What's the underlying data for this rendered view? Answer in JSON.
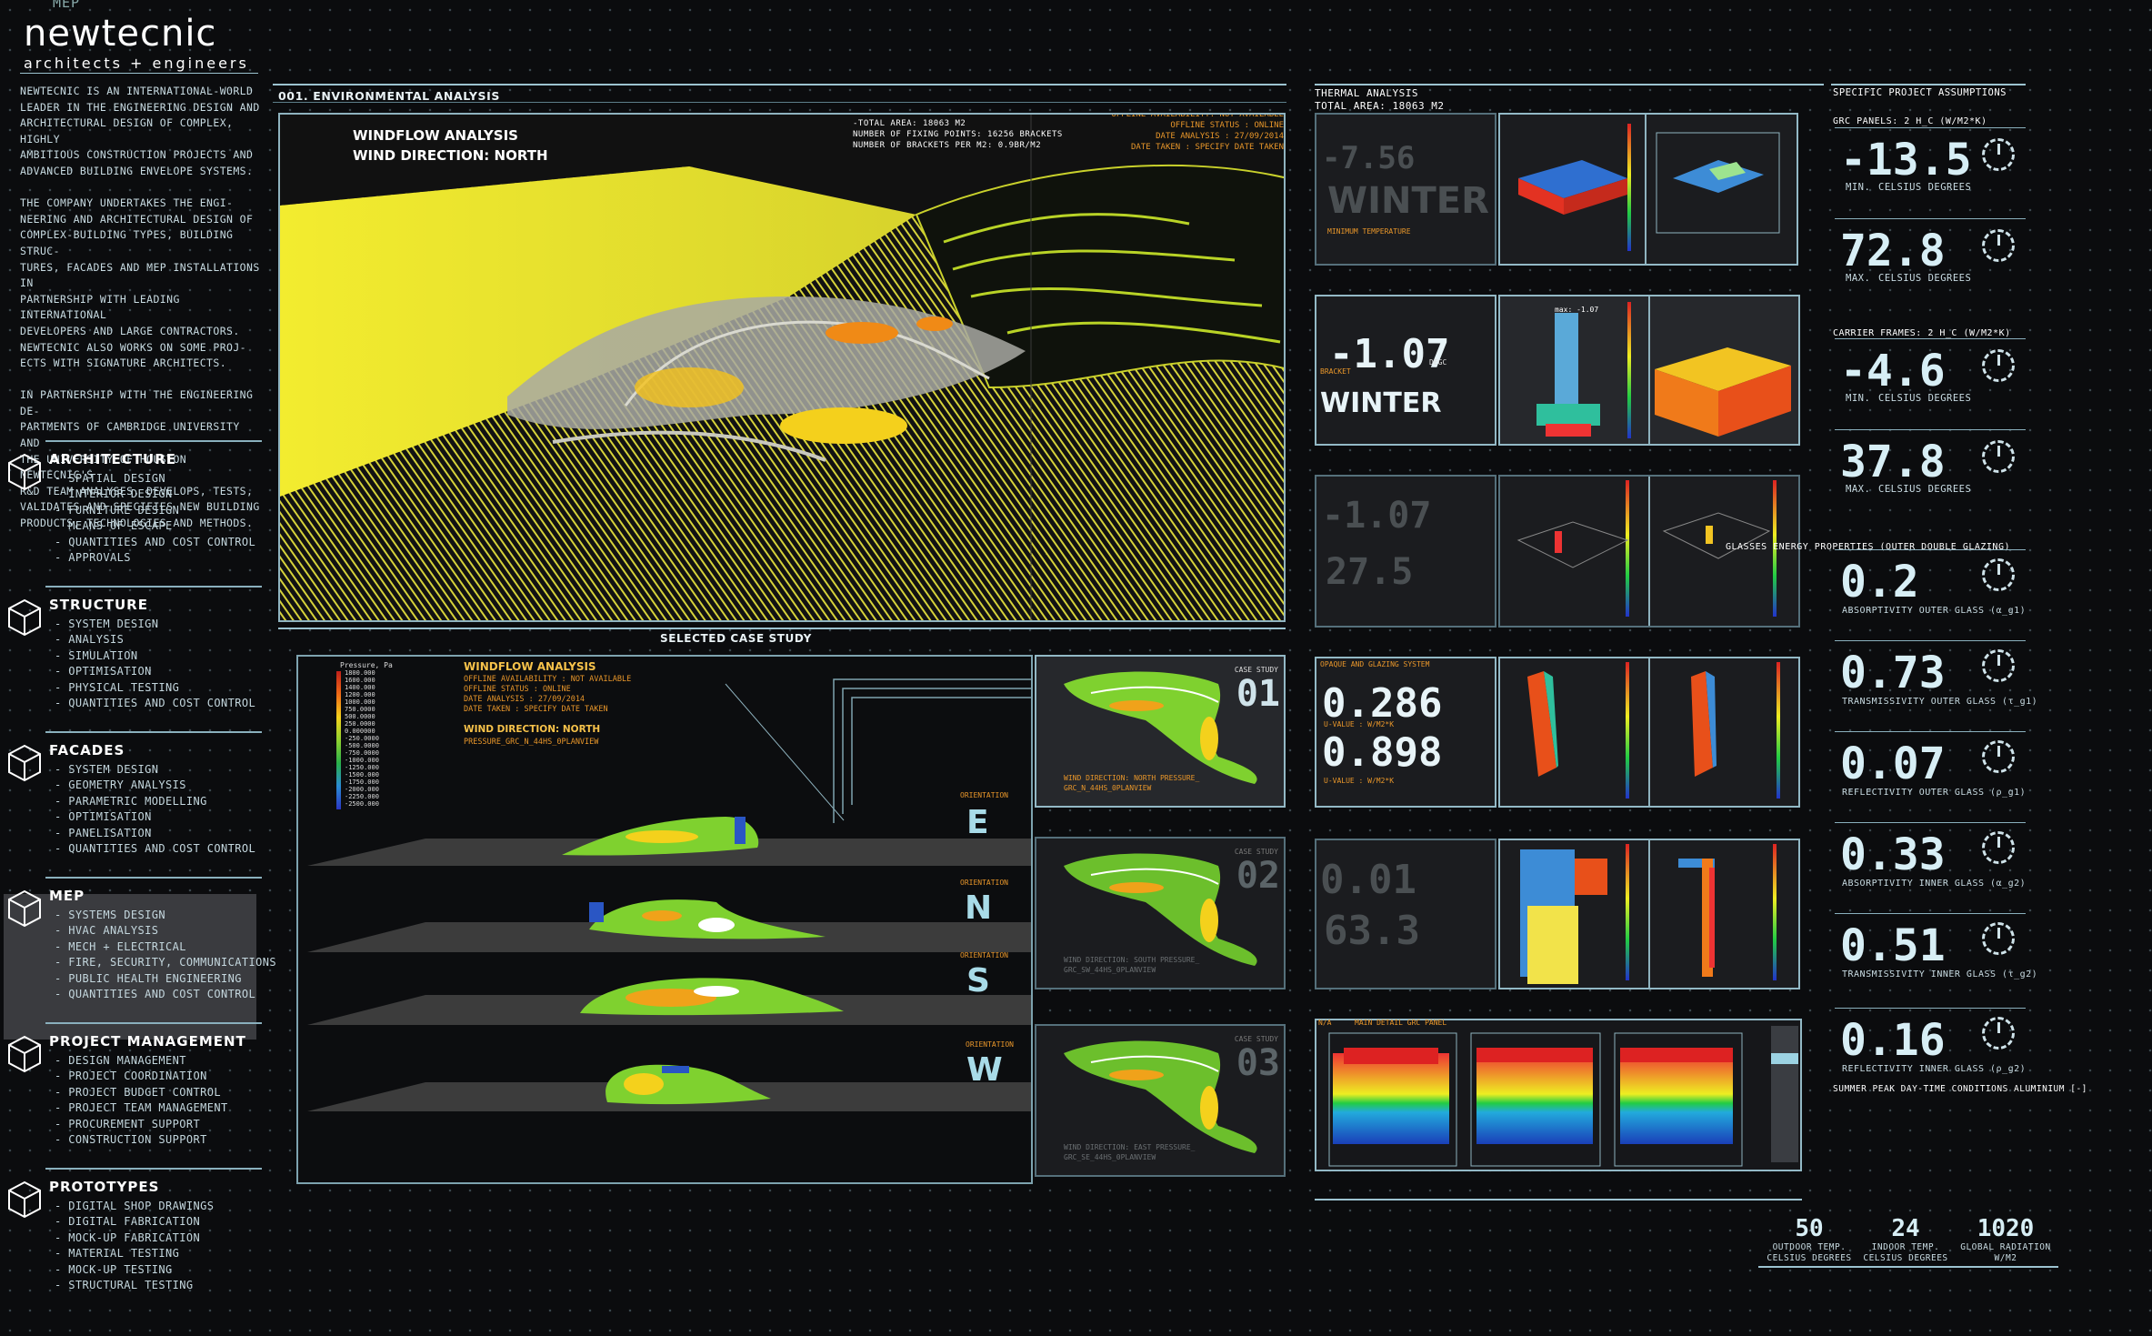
{
  "brand": {
    "name": "newtecnic",
    "tagline": "architects + engineers",
    "top_label": "MEP"
  },
  "intro": [
    "NEWTECNIC IS AN INTERNATIONAL-WORLD",
    "LEADER IN THE ENGINEERING DESIGN AND",
    "ARCHITECTURAL DESIGN OF COMPLEX, HIGHLY",
    "AMBITIOUS CONSTRUCTION PROJECTS AND",
    "ADVANCED BUILDING ENVELOPE SYSTEMS.",
    "",
    "THE COMPANY UNDERTAKES THE ENGI-",
    "NEERING AND ARCHITECTURAL DESIGN OF",
    "COMPLEX-BUILDING TYPES, BUILDING STRUC-",
    "TURES, FACADES AND MEP INSTALLATIONS IN",
    "PARTNERSHIP WITH LEADING INTERNATIONAL",
    "DEVELOPERS AND LARGE CONTRACTORS.",
    "NEWTECNIC ALSO WORKS ON SOME PROJ-",
    "ECTS WITH SIGNATURE ARCHITECTS.",
    "",
    "IN PARTNERSHIP WITH THE ENGINEERING DE-",
    "PARTMENTS OF CAMBRIDGE UNIVERSITY AND",
    "THE UNIVERSITY OF HOUSTON NEWTECNIC'S",
    "R&D TEAM ANALYSES, DEVELOPS, TESTS,",
    "VALIDATES AND SPECIFIES NEW BUILDING",
    "PRODUCTS, TECHNOLOGIES AND METHODS."
  ],
  "categories": [
    {
      "title": "ARCHITECTURE",
      "items": [
        "- SPATIAL DESIGN",
        "- INTERIOR DESIGN",
        "- FURNITURE DESIGN",
        "- MEANS OF ESCAPE",
        "- QUANTITIES AND COST CONTROL",
        "- APPROVALS"
      ]
    },
    {
      "title": "STRUCTURE",
      "items": [
        "- SYSTEM DESIGN",
        "- ANALYSIS",
        "- SIMULATION",
        "- OPTIMISATION",
        "- PHYSICAL TESTING",
        "- QUANTITIES AND COST CONTROL"
      ]
    },
    {
      "title": "FACADES",
      "items": [
        "- SYSTEM DESIGN",
        "- GEOMETRY ANALYSIS",
        "- PARAMETRIC MODELLING",
        "- OPTIMISATION",
        "- PANELISATION",
        "- QUANTITIES AND COST CONTROL"
      ]
    },
    {
      "title": "MEP",
      "items": [
        "- SYSTEMS DESIGN",
        "- HVAC ANALYSIS",
        "- MECH + ELECTRICAL",
        "- FIRE, SECURITY, COMMUNICATIONS",
        "- PUBLIC HEALTH ENGINEERING",
        "- QUANTITIES AND COST CONTROL"
      ]
    },
    {
      "title": "PROJECT MANAGEMENT",
      "items": [
        "- DESIGN MANAGEMENT",
        "- PROJECT COORDINATION",
        "- PROJECT BUDGET CONTROL",
        "- PROJECT TEAM MANAGEMENT",
        "- PROCUREMENT SUPPORT",
        "- CONSTRUCTION SUPPORT"
      ]
    },
    {
      "title": "PROTOTYPES",
      "items": [
        "- DIGITAL SHOP DRAWINGS",
        "- DIGITAL FABRICATION",
        "- MOCK-UP FABRICATION",
        "- MATERIAL TESTING",
        "- MOCK-UP TESTING",
        "- STRUCTURAL TESTING"
      ]
    }
  ],
  "env": {
    "header": "001. ENVIRONMENTAL ANALYSIS",
    "title1": "WINDFLOW ANALYSIS",
    "title2": "WIND DIRECTION:  NORTH",
    "info": [
      "-TOTAL AREA: 18063 M2",
      "NUMBER OF FIXING POINTS: 16256 BRACKETS",
      "NUMBER OF BRACKETS PER M2: 0.9BR/M2"
    ],
    "status": [
      "OFFLINE AVAILABILITY: NOT AVAILABLE",
      "OFFLINE STATUS : ONLINE",
      "DATE ANALYSIS : 27/09/2014",
      "DATE TAKEN : SPECIFY DATE TAKEN"
    ],
    "selected": "SELECTED CASE STUDY"
  },
  "case": {
    "title": "WINDFLOW ANALYSIS",
    "status": [
      "OFFLINE AVAILABILITY : NOT AVAILABLE",
      "OFFLINE STATUS : ONLINE",
      "DATE ANALYSIS : 27/09/2014",
      "DATE TAKEN : SPECIFY DATE TAKEN"
    ],
    "dir": "WIND DIRECTION: NORTH",
    "file": "PRESSURE_GRC_N_44HS_0PLANVIEW",
    "legend_title": "Pressure, Pa",
    "legend": [
      "1800.000",
      "1600.000",
      "1400.000",
      "1200.000",
      "1000.000",
      "750.0000",
      "500.0000",
      "250.0000",
      "0.000000",
      "-250.0000",
      "-500.0000",
      "-750.0000",
      "-1000.000",
      "-1250.000",
      "-1500.000",
      "-1750.000",
      "-2000.000",
      "-2250.000",
      "-2500.000"
    ],
    "orient_label": "ORIENTATION",
    "orients": [
      "E",
      "N",
      "S",
      "W"
    ],
    "studies": [
      {
        "label": "CASE STUDY",
        "num": "01",
        "desc": [
          "WIND DIRECTION: NORTH PRESSURE_",
          "GRC_N_44HS_0PLANVIEW"
        ]
      },
      {
        "label": "CASE STUDY",
        "num": "02",
        "desc": [
          "WIND DIRECTION: SOUTH PRESSURE_",
          "GRC_SW_44HS_0PLANVIEW"
        ]
      },
      {
        "label": "CASE STUDY",
        "num": "03",
        "desc": [
          "WIND DIRECTION: EAST PRESSURE_",
          "GRC_SE_44HS_0PLANVIEW"
        ]
      }
    ]
  },
  "thermal": {
    "header": "THERMAL ANALYSIS",
    "area": "TOTAL AREA: 18063 M2",
    "p1": {
      "num": "-7.56",
      "season": "WINTER",
      "sub": "MINIMUM TEMPERATURE"
    },
    "p2": {
      "num": "-1.07",
      "unit": "DEGC",
      "label": "BRACKET",
      "season": "WINTER",
      "tag": "max: -1.07"
    },
    "p3": {
      "num1": "-1.07",
      "num2": "27.5"
    },
    "p4": {
      "title": "OPAQUE AND GLAZING SYSTEM",
      "num1": "0.286",
      "l1": "U-VALUE : W/M2*K",
      "num2": "0.898",
      "l2": "U-VALUE : W/M2*K"
    },
    "p5": {
      "num1": "0.01",
      "num2": "63.3"
    },
    "p6": {
      "l1": "N/A",
      "l2": "MAIN DETAIL GRC PANEL"
    }
  },
  "assumptions": {
    "header": "SPECIFIC PROJECT ASSUMPTIONS",
    "grc": "GRC PANELS:  2 H_C (W/M2*K)",
    "carrier": "CARRIER FRAMES:  2 H_C (W/M2*K)",
    "glass": "GLASSES ENERGY PROPERTIES (OUTER DOUBLE GLAZING)",
    "rows": [
      {
        "val": "-13.5",
        "l1": "MIN.",
        "l2": "CELSIUS DEGREES"
      },
      {
        "val": "72.8",
        "l1": "MAX.",
        "l2": "CELSIUS DEGREES"
      },
      {
        "val": "-4.6",
        "l1": "MIN.",
        "l2": "CELSIUS DEGREES"
      },
      {
        "val": "37.8",
        "l1": "MAX.",
        "l2": "CELSIUS DEGREES"
      }
    ],
    "glass_rows": [
      {
        "val": "0.2",
        "lbl": "ABSORPTIVITY OUTER GLASS (α_g1)"
      },
      {
        "val": "0.73",
        "lbl": "TRANSMISSIVITY OUTER GLASS (τ_g1)"
      },
      {
        "val": "0.07",
        "lbl": "REFLECTIVITY OUTER GLASS (ρ_g1)"
      },
      {
        "val": "0.33",
        "lbl": "ABSORPTIVITY INNER GLASS (α_g2)"
      },
      {
        "val": "0.51",
        "lbl": "TRANSMISSIVITY INNER GLASS (τ_g2)"
      },
      {
        "val": "0.16",
        "lbl": "REFLECTIVITY INNER GLASS (ρ_g2)"
      }
    ],
    "footer": "SUMMER PEAK DAY-TIME CONDITIONS ALUMINIUM [-]"
  },
  "stats": [
    {
      "val": "50",
      "l1": "OUTDOOR TEMP.",
      "l2": "CELSIUS DEGREES"
    },
    {
      "val": "24",
      "l1": "INDOOR TEMP.",
      "l2": "CELSIUS DEGREES"
    },
    {
      "val": "1020",
      "l1": "GLOBAL RADIATION",
      "l2": "W/M2"
    }
  ]
}
